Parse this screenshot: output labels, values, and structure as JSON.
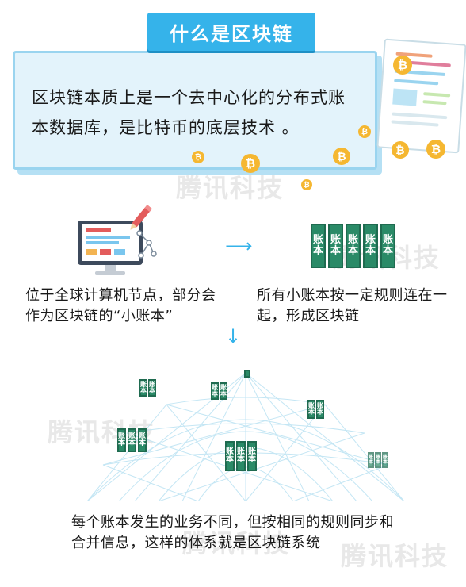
{
  "title": "什么是区块链",
  "intro": {
    "line1": "区块链本质上是一个去中心化的分布式账",
    "line2": "本数据库，是比特币的底层技术 。"
  },
  "left_caption": {
    "line1": "位于全球计算机节点，部分会",
    "line2": "作为区块链的“小账本”"
  },
  "right_caption": {
    "line1": "所有小账本按一定规则连在一",
    "line2": "起，形成区块链"
  },
  "bottom_caption": {
    "line1": "每个账本发生的业务不同，但按相同的规则同步和",
    "line2": "合并信息，这样的体系就是区块链系统"
  },
  "ledger_top": "账",
  "ledger_bottom": "本",
  "bitcoin_symbol": "₿",
  "watermark_text": "腾讯科技",
  "colors": {
    "accent": "#35b3ea",
    "ledger": "#2a8a67",
    "bitcoin": "#f5b731",
    "banner_bg": "#e3f3fb"
  },
  "icons": [
    "bitcoin-icon",
    "monitor-icon",
    "pen-icon",
    "ledger-book-icon",
    "arrow-right-icon",
    "arrow-down-icon",
    "globe-network-icon"
  ]
}
